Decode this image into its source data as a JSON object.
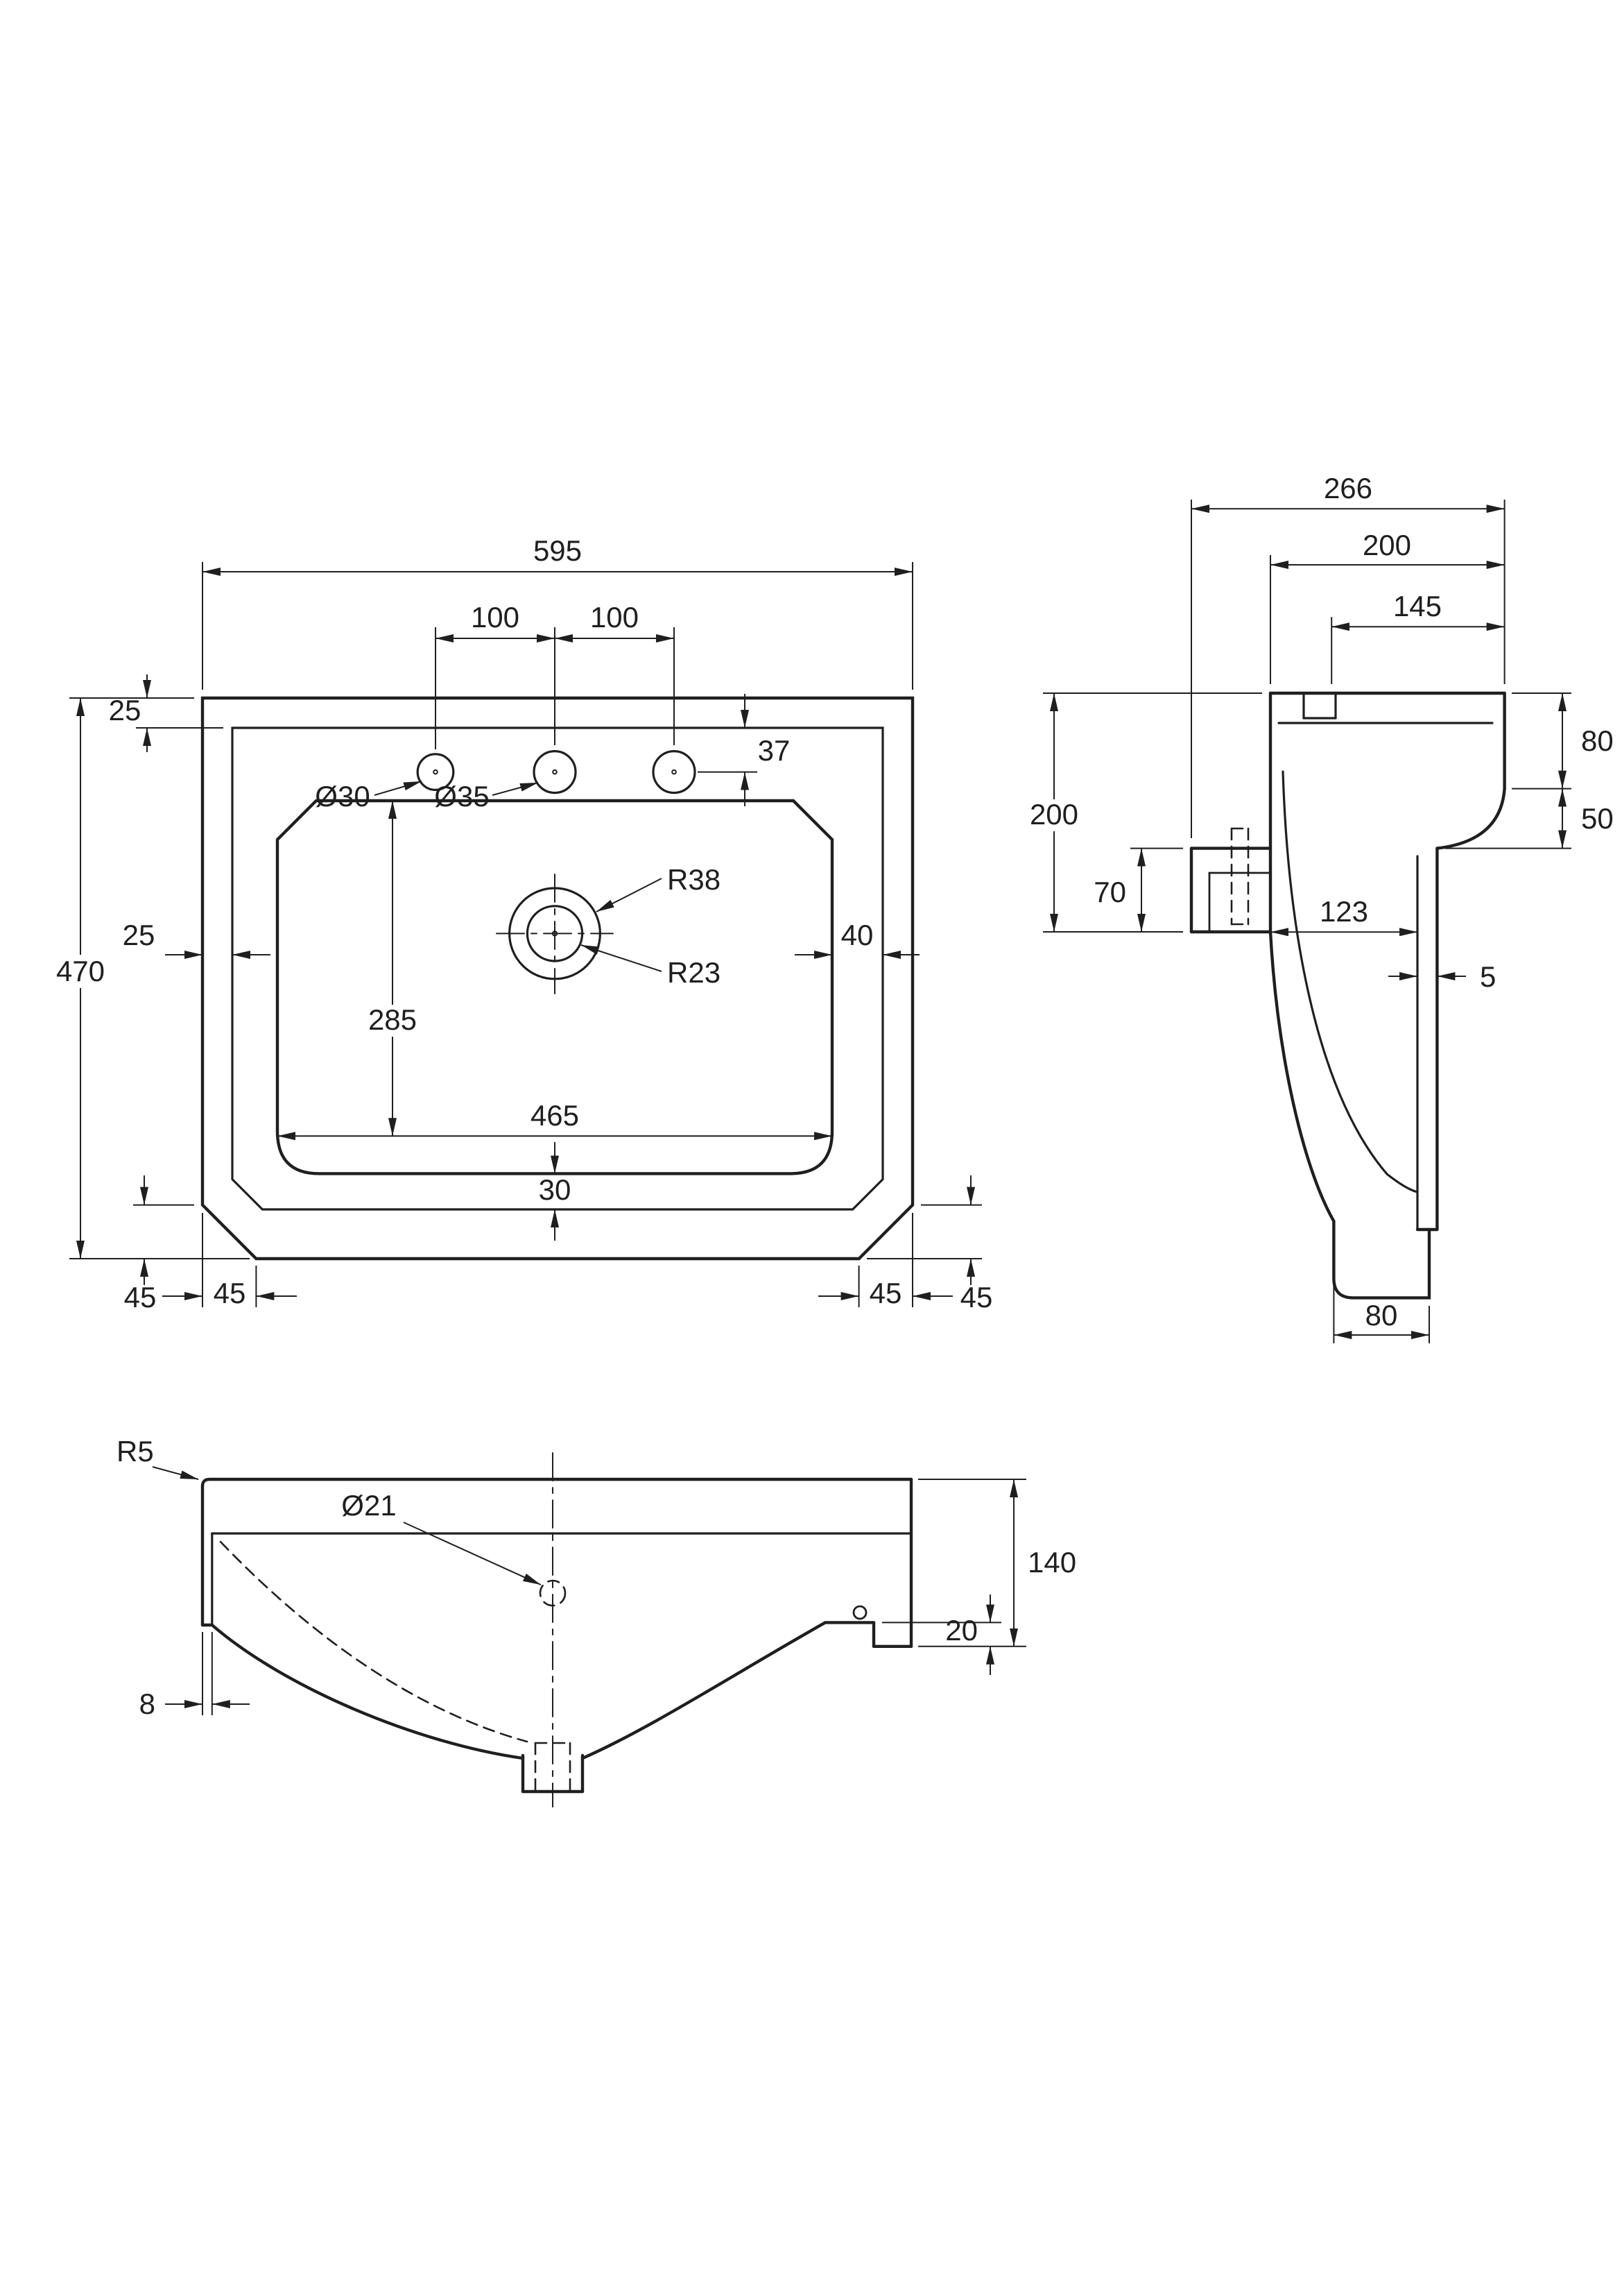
{
  "page": {
    "background": "#ffffff",
    "ink": "#1f1f1f",
    "drawing_type": "basin technical drawing, three orthographic views"
  },
  "views": {
    "plan": {
      "labels": {
        "overall_width": "595",
        "hole_pitch_left": "100",
        "hole_pitch_right": "100",
        "rim_top": "25",
        "hole_drop": "37",
        "hole_dia_small": "Ø30",
        "hole_dia_large": "Ø35",
        "waste_outer_radius": "R38",
        "waste_inner_radius": "R23",
        "overall_depth": "470",
        "rim_left": "25",
        "rim_right": "40",
        "bowl_depth": "285",
        "bowl_width": "465",
        "bowl_to_rim": "30",
        "corner_v_left": "45",
        "corner_h_left": "45",
        "corner_v_right": "45",
        "corner_h_right": "45"
      }
    },
    "side": {
      "labels": {
        "overall_depth": "266",
        "rim_depth": "200",
        "front_flat": "145",
        "front_drop": "80",
        "front_chamfer": "50",
        "back_height": "200",
        "ledge_height": "70",
        "bowl_back_offset": "123",
        "skirt_thickness": "5",
        "waste_boss_width": "80"
      }
    },
    "front": {
      "labels": {
        "rim_corner_radius": "R5",
        "overflow_dia": "Ø21",
        "overall_height": "140",
        "back_step": "20",
        "skirt_thickness": "8"
      }
    }
  }
}
